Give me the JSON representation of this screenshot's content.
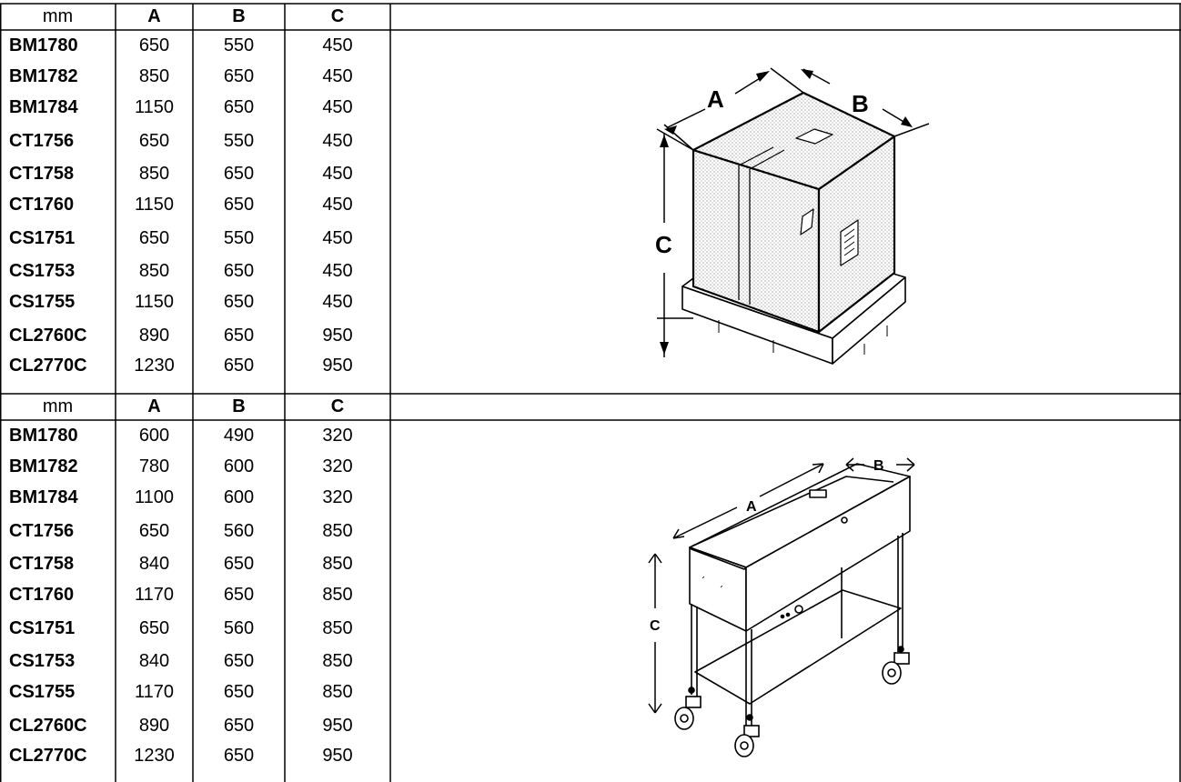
{
  "tables": [
    {
      "headers": [
        "mm",
        "A",
        "B",
        "C"
      ],
      "rows": [
        [
          "BM1780",
          "650",
          "550",
          "450"
        ],
        [
          "BM1782",
          "850",
          "650",
          "450"
        ],
        [
          "BM1784",
          "1150",
          "650",
          "450"
        ],
        [
          "CT1756",
          "650",
          "550",
          "450"
        ],
        [
          "CT1758",
          "850",
          "650",
          "450"
        ],
        [
          "CT1760",
          "1150",
          "650",
          "450"
        ],
        [
          "CS1751",
          "650",
          "550",
          "450"
        ],
        [
          "CS1753",
          "850",
          "650",
          "450"
        ],
        [
          "CS1755",
          "1150",
          "650",
          "450"
        ],
        [
          "CL2760C",
          "890",
          "650",
          "950"
        ],
        [
          "CL2770C",
          "1230",
          "650",
          "950"
        ]
      ],
      "figure": {
        "name": "packed-crate-on-pallet",
        "labels": [
          "A",
          "B",
          "C"
        ]
      }
    },
    {
      "headers": [
        "mm",
        "A",
        "B",
        "C"
      ],
      "rows": [
        [
          "BM1780",
          "600",
          "490",
          "320"
        ],
        [
          "BM1782",
          "780",
          "600",
          "320"
        ],
        [
          "BM1784",
          "1100",
          "600",
          "320"
        ],
        [
          "CT1756",
          "650",
          "560",
          "850"
        ],
        [
          "CT1758",
          "840",
          "650",
          "850"
        ],
        [
          "CT1760",
          "1170",
          "650",
          "850"
        ],
        [
          "CS1751",
          "650",
          "560",
          "850"
        ],
        [
          "CS1753",
          "840",
          "650",
          "850"
        ],
        [
          "CS1755",
          "1170",
          "650",
          "850"
        ],
        [
          "CL2760C",
          "890",
          "650",
          "950"
        ],
        [
          "CL2770C",
          "1230",
          "650",
          "950"
        ]
      ],
      "figure": {
        "name": "trolley-unit",
        "labels": [
          "A",
          "B",
          "C"
        ]
      }
    }
  ]
}
